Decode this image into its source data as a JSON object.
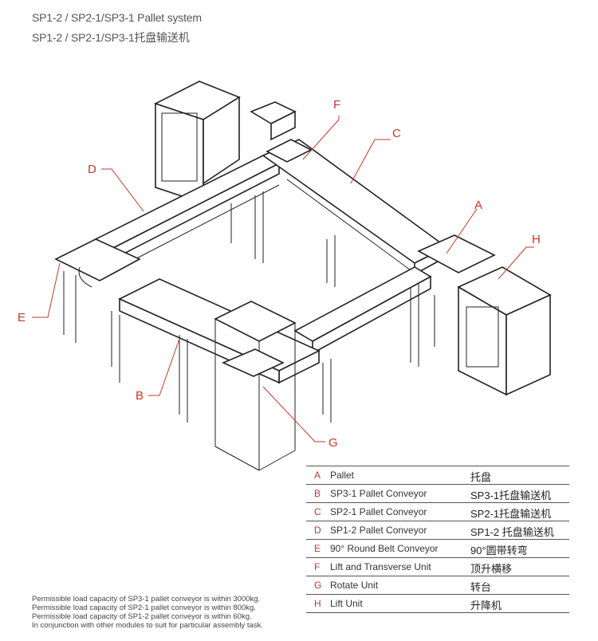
{
  "title_en": "SP1-2 / SP2-1/SP3-1 Pallet system",
  "title_zh": "SP1-2 / SP2-1/SP3-1托盘输送机",
  "callouts": {
    "A": "A",
    "B": "B",
    "C": "C",
    "D": "D",
    "E": "E",
    "F": "F",
    "G": "G",
    "H": "H"
  },
  "legend": [
    {
      "key": "A",
      "en": "Pallet",
      "zh": "托盘"
    },
    {
      "key": "B",
      "en": "SP3-1 Pallet Conveyor",
      "zh": "SP3-1托盘输送机"
    },
    {
      "key": "C",
      "en": "SP2-1 Pallet Conveyor",
      "zh": "SP2-1托盘输送机"
    },
    {
      "key": "D",
      "en": "SP1-2 Pallet Conveyor",
      "zh": "SP1-2 托盘输送机"
    },
    {
      "key": "E",
      "en": "90° Round Belt  Conveyor",
      "zh": "90°圆带转弯"
    },
    {
      "key": "F",
      "en": "Lift and Transverse Unit",
      "zh": "顶升横移"
    },
    {
      "key": "G",
      "en": "Rotate Unit",
      "zh": "转台"
    },
    {
      "key": "H",
      "en": "Lift Unit",
      "zh": "升降机"
    }
  ],
  "notes": [
    "Permissible load capacity of SP3-1 pallet conveyor is within 3000kg.",
    "Permissible load capacity of SP2-1 pallet conveyor is within 800kg.",
    "Permissible load capacity of SP1-2 pallet conveyor is within 60kg.",
    "In conjunction with other modules to suit for particular assembly task."
  ]
}
